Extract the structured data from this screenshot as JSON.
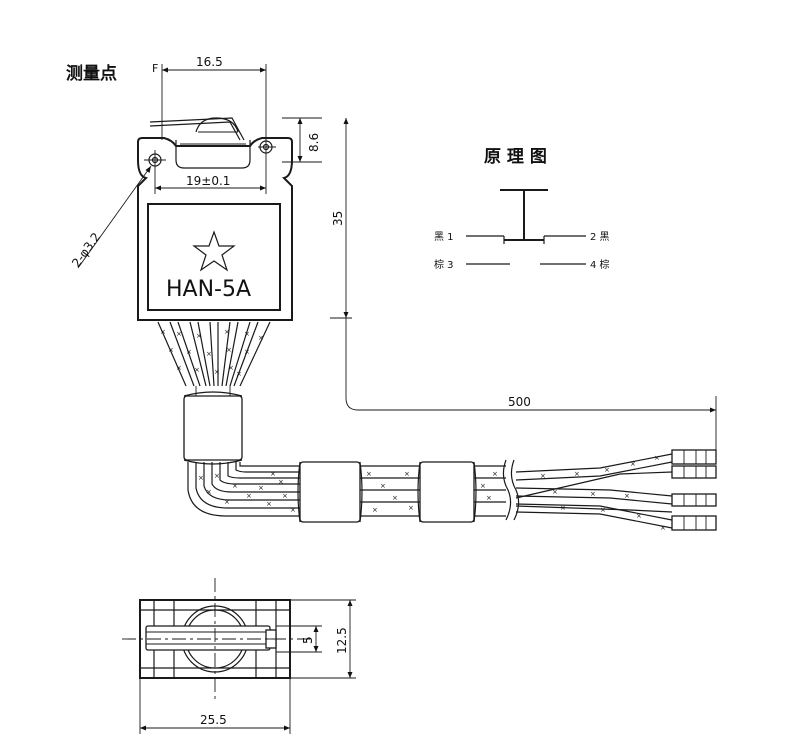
{
  "labels": {
    "measure_point": "测量点",
    "F": "F",
    "schematic_title": "原 理 图",
    "model": "HAN-5A"
  },
  "dimensions": {
    "width_top": "16.5",
    "height_actuator": "8.6",
    "hole_pitch": "19±0.1",
    "hole_dia": "2-φ3.2",
    "height_total": "35",
    "lead_length": "500",
    "side_inner": "5",
    "side_height": "12.5",
    "side_width": "25.5"
  },
  "schematic": {
    "terminals": [
      {
        "label": "黑 1"
      },
      {
        "label": "2 黑"
      },
      {
        "label": "棕 3"
      },
      {
        "label": "4 棕"
      }
    ]
  }
}
